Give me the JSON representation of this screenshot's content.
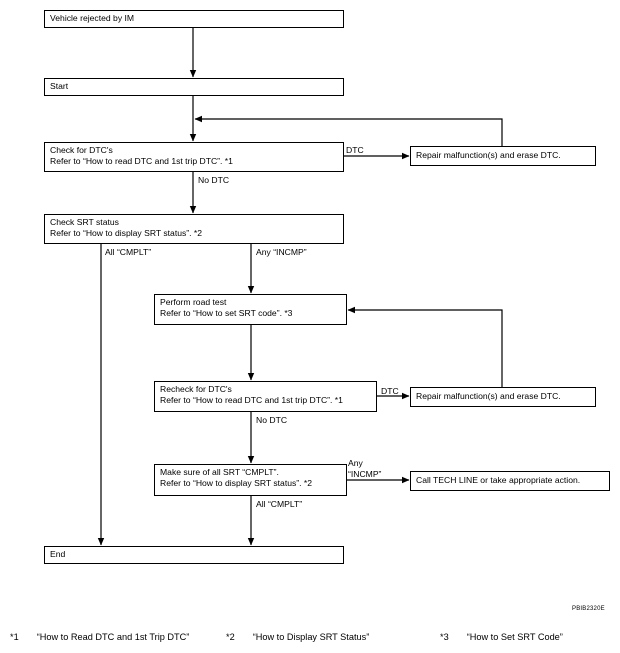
{
  "boxes": {
    "rejected": "Vehicle rejected by IM",
    "start": "Start",
    "check_dtc_1": "Check for DTC's",
    "check_dtc_2": "Refer to “How to read DTC and 1st trip DTC”. *1",
    "repair_1": "Repair malfunction(s) and erase DTC.",
    "srt_1": "Check SRT status",
    "srt_2": "Refer to “How to display SRT status”. *2",
    "road_1": "Perform road test",
    "road_2": "Refer to “How to set SRT code”. *3",
    "recheck_1": "Recheck for DTC's",
    "recheck_2": "Refer to “How to read DTC and 1st trip DTC”. *1",
    "repair_2": "Repair malfunction(s) and erase DTC.",
    "makesure_1": "Make sure of all SRT “CMPLT”.",
    "makesure_2": "Refer to “How to display SRT status”. *2",
    "techline": "Call TECH LINE or take appropriate action.",
    "end": "End"
  },
  "labels": {
    "dtc_1": "DTC",
    "no_dtc_1": "No DTC",
    "all_cmplt_1": "All “CMPLT”",
    "any_incmp_1": "Any “INCMP”",
    "dtc_2": "DTC",
    "no_dtc_2": "No DTC",
    "any_incmp_2a": "Any",
    "any_incmp_2b": "“INCMP”",
    "all_cmplt_2": "All “CMPLT”"
  },
  "ref_code": "PBIB2320E",
  "footnotes": [
    {
      "mark": "*1",
      "text": "“How to Read DTC and 1st Trip DTC”"
    },
    {
      "mark": "*2",
      "text": "“How to Display SRT Status”"
    },
    {
      "mark": "*3",
      "text": "“How to Set SRT Code”"
    }
  ]
}
